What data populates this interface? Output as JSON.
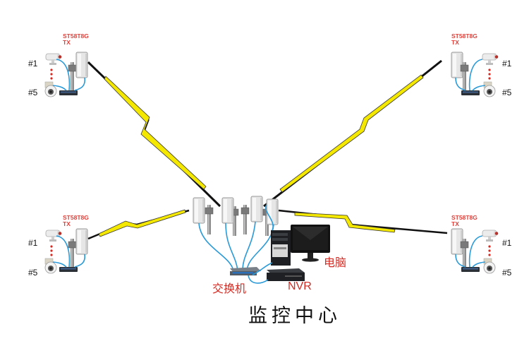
{
  "diagram": {
    "title": "监控中心",
    "colors": {
      "label_red": "#d42a22",
      "lightning_yellow": "#f5e800",
      "cable_blue": "#2a9ad8",
      "link_black": "#111111"
    },
    "remote_sites": [
      {
        "position": "top-left",
        "model": "ST58T8G",
        "role": "TX",
        "cam_first": "#1",
        "cam_last": "#5"
      },
      {
        "position": "top-right",
        "model": "ST58T8G",
        "role": "TX",
        "cam_first": "#1",
        "cam_last": "#5"
      },
      {
        "position": "bottom-left",
        "model": "ST58T8G",
        "role": "TX",
        "cam_first": "#1",
        "cam_last": "#5"
      },
      {
        "position": "bottom-right",
        "model": "ST58T8G",
        "role": "TX",
        "cam_first": "#1",
        "cam_last": "#5"
      }
    ],
    "center": {
      "switch_label": "交换机",
      "nvr_label": "NVR",
      "pc_label": "电脑",
      "antenna_count": 4
    }
  }
}
